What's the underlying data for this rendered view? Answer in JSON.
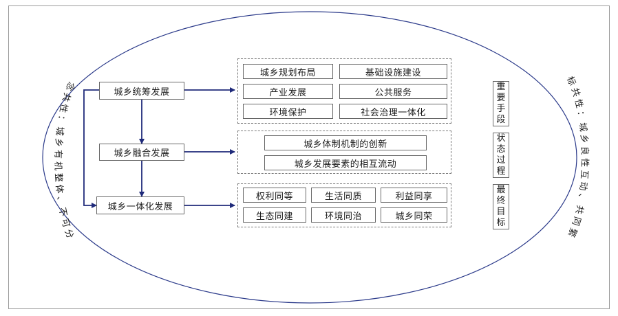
{
  "main_nodes": [
    "城乡统筹发展",
    "城乡融合发展",
    "城乡一体化发展"
  ],
  "group1": [
    "城乡规划布局",
    "基础设施建设",
    "产业发展",
    "公共服务",
    "环境保护",
    "社会治理一体化"
  ],
  "group2": [
    "城乡体制机制的创新",
    "城乡发展要素的相互流动"
  ],
  "group3": [
    "权利同等",
    "生活同质",
    "利益同享",
    "生态同建",
    "环境同治",
    "城乡同荣"
  ],
  "side_labels": [
    "重要手段",
    "状态过程",
    "最终目标"
  ],
  "left_arc_text": "理念共性：城乡有机整体、不可分割",
  "right_arc_text": "目标共性：城乡良性互动、共同繁荣",
  "colors": {
    "arrow": "#1f2a7a",
    "ellipse": "#2b3a8a",
    "border": "#666666"
  }
}
